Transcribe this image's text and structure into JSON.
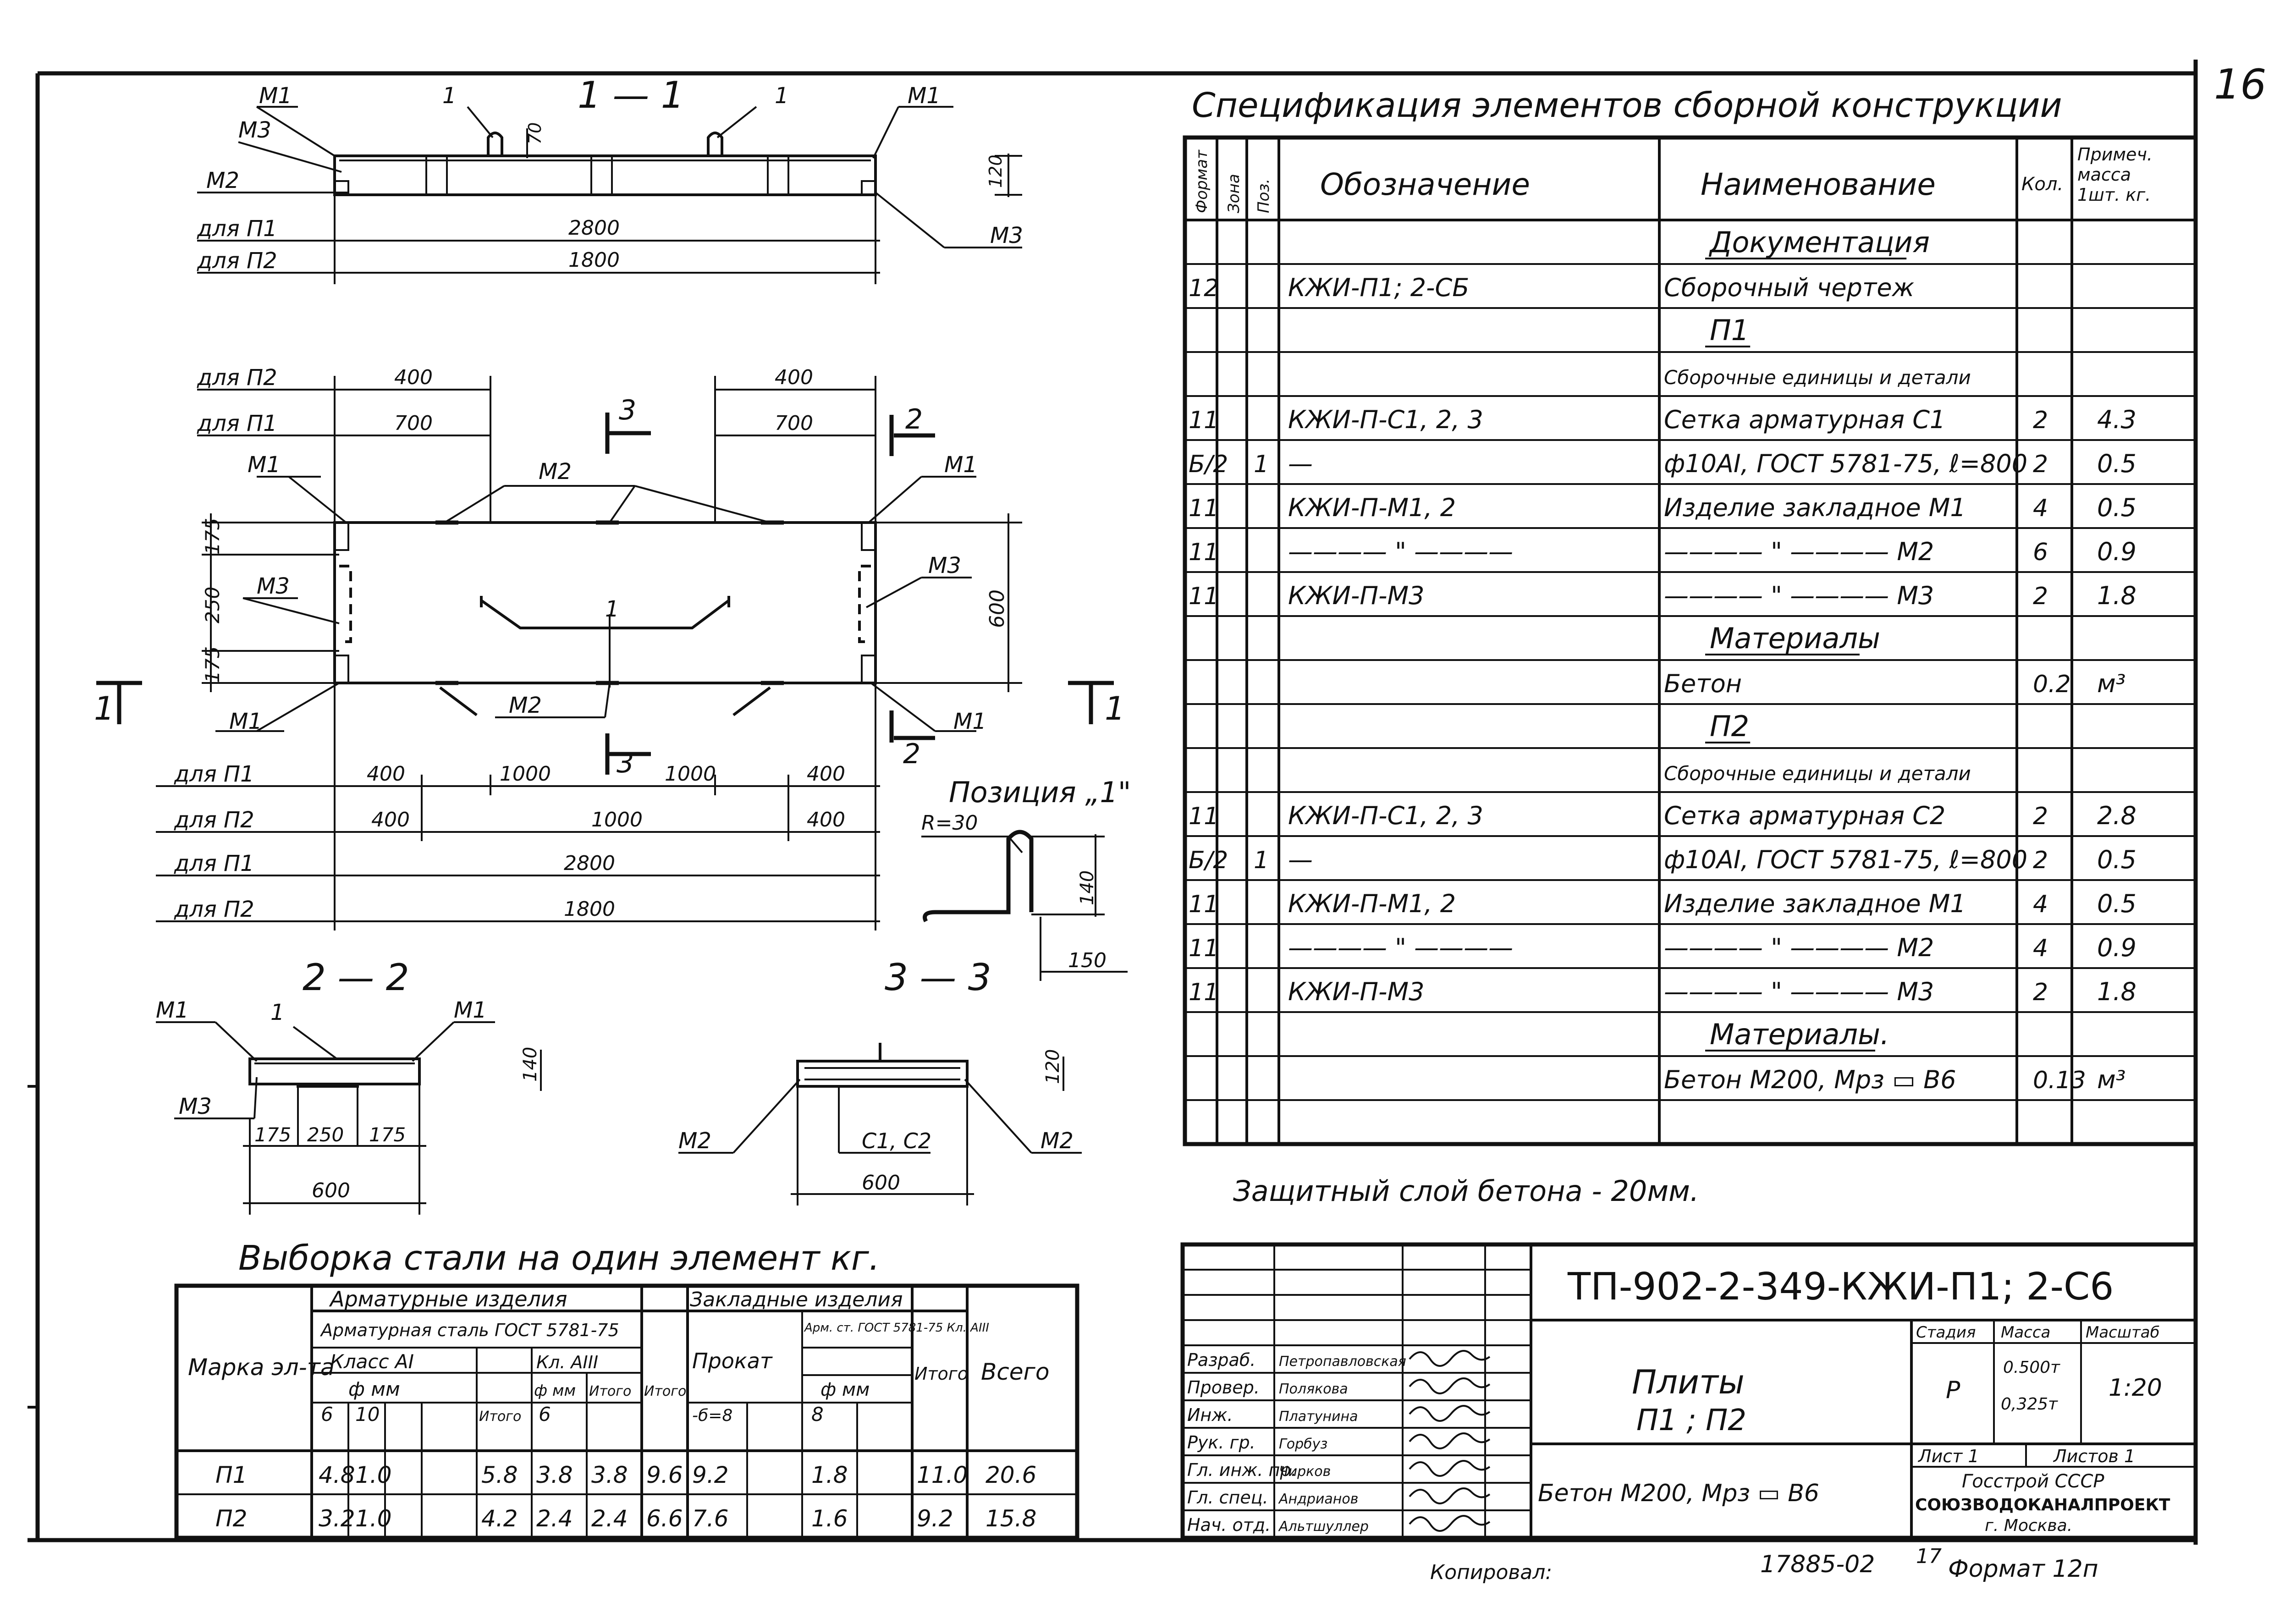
{
  "sheet_number": "16",
  "title_spec": "Спецификация элементов сборной конструкции",
  "section_labels": {
    "s11": "1 — 1",
    "s22": "2 — 2",
    "s33": "3 — 3",
    "s1": "1",
    "s2": "2",
    "s3": "3",
    "pos_title": "Позиция „1\""
  },
  "drawing_labels": {
    "M1": "М1",
    "M2": "М2",
    "M3": "М3",
    "one": "1",
    "dlya_p1": "для П1",
    "dlya_p2": "для П2",
    "c1c2": "С1, С2",
    "r30": "R=30"
  },
  "dims": {
    "d70": "70",
    "d120": "120",
    "d140": "140",
    "d150": "150",
    "d175": "175",
    "d250": "250",
    "d400": "400",
    "d600": "600",
    "d700": "700",
    "d1000": "1000",
    "d1800": "1800",
    "d2800": "2800"
  },
  "spec": {
    "headers": [
      "Формат",
      "Зона",
      "Поз.",
      "Обозначение",
      "Наименование",
      "Кол.",
      "Примеч. масса 1шт. кг."
    ],
    "rows": [
      {
        "f": "",
        "z": "",
        "p": "",
        "o": "",
        "n": "Документация",
        "k": "",
        "m": "",
        "head": true
      },
      {
        "f": "12",
        "z": "",
        "p": "",
        "o": "КЖИ-П1; 2-СБ",
        "n": "Сборочный чертеж",
        "k": "",
        "m": ""
      },
      {
        "f": "",
        "z": "",
        "p": "",
        "o": "",
        "n": "П1",
        "k": "",
        "m": "",
        "head": true
      },
      {
        "f": "",
        "z": "",
        "p": "",
        "o": "",
        "n": "Сборочные единицы и детали",
        "k": "",
        "m": "",
        "head": true,
        "small": true
      },
      {
        "f": "11",
        "z": "",
        "p": "",
        "o": "КЖИ-П-С1, 2, 3",
        "n": "Сетка арматурная С1",
        "k": "2",
        "m": "4.3"
      },
      {
        "f": "Б/2",
        "z": "",
        "p": "1",
        "o": "—",
        "n": "ф10AI, ГОСТ 5781-75, ℓ=800",
        "k": "2",
        "m": "0.5"
      },
      {
        "f": "11",
        "z": "",
        "p": "",
        "o": "КЖИ-П-М1, 2",
        "n": "Изделие закладное М1",
        "k": "4",
        "m": "0.5"
      },
      {
        "f": "11",
        "z": "",
        "p": "",
        "o": "———— \" ————",
        "n": "———— \" ———— М2",
        "k": "6",
        "m": "0.9"
      },
      {
        "f": "11",
        "z": "",
        "p": "",
        "o": "КЖИ-П-М3",
        "n": "———— \" ———— М3",
        "k": "2",
        "m": "1.8"
      },
      {
        "f": "",
        "z": "",
        "p": "",
        "o": "",
        "n": "Материалы",
        "k": "",
        "m": "",
        "head": true
      },
      {
        "f": "",
        "z": "",
        "p": "",
        "o": "",
        "n": "Бетон",
        "k": "0.2",
        "m": "м³"
      },
      {
        "f": "",
        "z": "",
        "p": "",
        "o": "",
        "n": "П2",
        "k": "",
        "m": "",
        "head": true
      },
      {
        "f": "",
        "z": "",
        "p": "",
        "o": "",
        "n": "Сборочные единицы и детали",
        "k": "",
        "m": "",
        "head": true,
        "small": true
      },
      {
        "f": "11",
        "z": "",
        "p": "",
        "o": "КЖИ-П-С1, 2, 3",
        "n": "Сетка арматурная С2",
        "k": "2",
        "m": "2.8"
      },
      {
        "f": "Б/2",
        "z": "",
        "p": "1",
        "o": "—",
        "n": "ф10AI, ГОСТ 5781-75, ℓ=800",
        "k": "2",
        "m": "0.5"
      },
      {
        "f": "11",
        "z": "",
        "p": "",
        "o": "КЖИ-П-М1, 2",
        "n": "Изделие закладное М1",
        "k": "4",
        "m": "0.5"
      },
      {
        "f": "11",
        "z": "",
        "p": "",
        "o": "———— \" ————",
        "n": "———— \" ———— М2",
        "k": "4",
        "m": "0.9"
      },
      {
        "f": "11",
        "z": "",
        "p": "",
        "o": "КЖИ-П-М3",
        "n": "———— \" ———— М3",
        "k": "2",
        "m": "1.8"
      },
      {
        "f": "",
        "z": "",
        "p": "",
        "o": "",
        "n": "Материалы.",
        "k": "",
        "m": "",
        "head": true
      },
      {
        "f": "",
        "z": "",
        "p": "",
        "o": "",
        "n": "Бетон М200, Мрз ▭ В6",
        "k": "0.13",
        "m": "м³"
      },
      {
        "f": "",
        "z": "",
        "p": "",
        "o": "",
        "n": "",
        "k": "",
        "m": ""
      }
    ]
  },
  "protective_layer": "Защитный слой бетона - 20мм.",
  "steel": {
    "title": "Выборка стали на один элемент кг.",
    "h_marka": "Марка эл-та",
    "h_arm_izd": "Арматурные изделия",
    "h_arm_stal": "Арматурная сталь ГОСТ 5781-75",
    "h_klass_ai": "Класс AI",
    "h_kl_aiii": "Кл. AIII",
    "h_phi_mm": "ф мм",
    "h_zakl": "Закладные изделия",
    "h_prokat": "Прокат",
    "h_arm_st2": "Арм. ст. ГОСТ 5781-75 Кл. AIII",
    "h_itogo": "Итого",
    "h_vsego": "Всего",
    "h_b8": "-б=8",
    "c6": "6",
    "c10": "10",
    "c8": "8",
    "rows": [
      {
        "name": "П1",
        "a6": "4.8",
        "a10": "1.0",
        "ai": "5.8",
        "b6": "3.8",
        "bi": "3.8",
        "it1": "9.6",
        "pr": "9.2",
        "a8": "1.8",
        "it2": "11.0",
        "total": "20.6"
      },
      {
        "name": "П2",
        "a6": "3.2",
        "a10": "1.0",
        "ai": "4.2",
        "b6": "2.4",
        "bi": "2.4",
        "it1": "6.6",
        "pr": "7.6",
        "a8": "1.6",
        "it2": "9.2",
        "total": "15.8"
      }
    ]
  },
  "title_block": {
    "code": "ТП-902-2-349-КЖИ-П1; 2-С6",
    "name_line1": "Плиты",
    "name_line2": "П1 ; П2",
    "concrete": "Бетон М200, Мрз ▭ В6",
    "h_stage": "Стадия",
    "h_mass": "Масса",
    "h_scale": "Масштаб",
    "stage": "Р",
    "mass1": "0.500т",
    "mass2": "0,325т",
    "scale": "1:20",
    "sheet": "Лист 1",
    "sheets": "Листов 1",
    "org1": "Госстрой СССР",
    "org2": "СОЮЗВОДОКАНАЛПРОЕКТ",
    "org3": "г. Москва.",
    "people": [
      {
        "role": "Разраб.",
        "name": "Петропавловская"
      },
      {
        "role": "Провер.",
        "name": "Полякова"
      },
      {
        "role": "Инж.",
        "name": "Платунина"
      },
      {
        "role": "Рук. гр.",
        "name": "Горбуз"
      },
      {
        "role": "Гл. инж. пр.",
        "name": "Чирков"
      },
      {
        "role": "Гл. спец.",
        "name": "Андрианов"
      },
      {
        "role": "Нач. отд.",
        "name": "Альтшуллер"
      }
    ]
  },
  "footer": {
    "copied": "Копировал:",
    "number": "17885-02",
    "sheet_no": "17",
    "format": "Формат 12п"
  }
}
